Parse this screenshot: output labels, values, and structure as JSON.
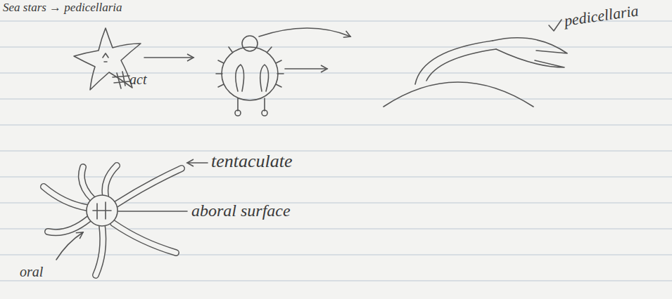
{
  "diagram": {
    "labels": [
      "Sea stars → pedicellaria",
      "act",
      "pedicellaria",
      "tentaculate",
      "aboral surface",
      "oral"
    ]
  }
}
